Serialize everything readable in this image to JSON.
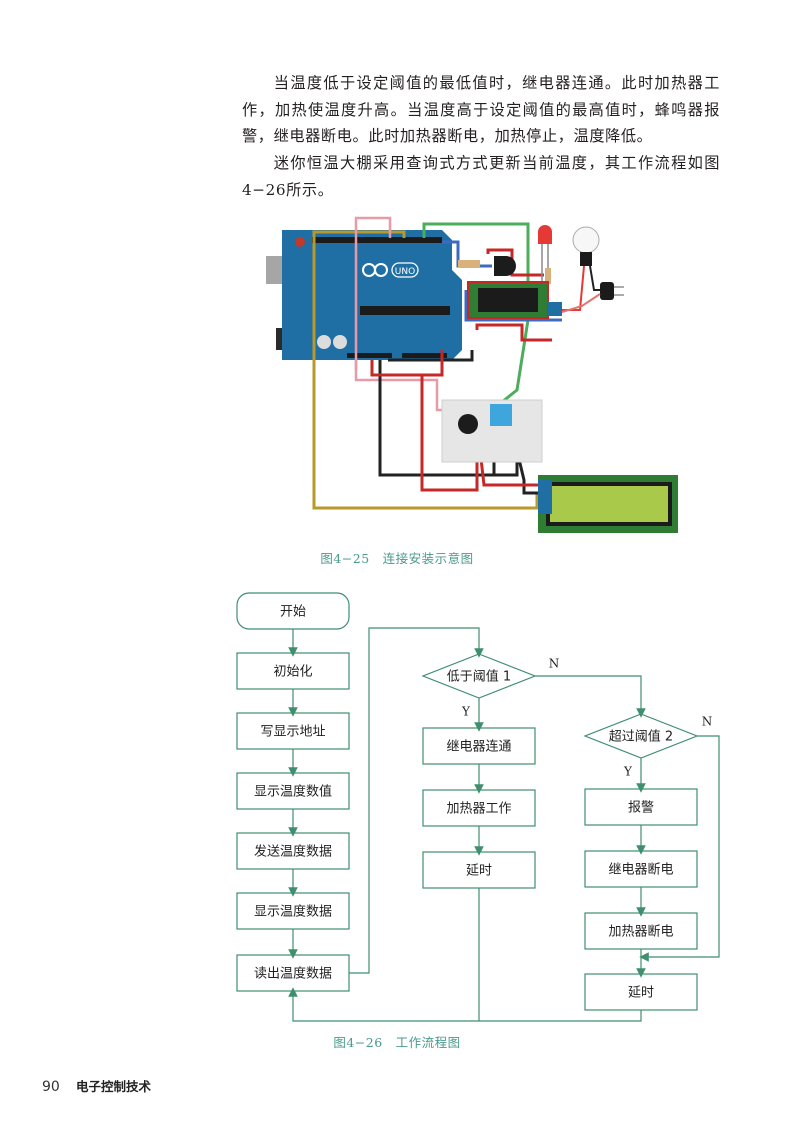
{
  "paragraphs": [
    "当温度低于设定阈值的最低值时，继电器连通。此时加热器工作，加热使温度升高。当温度高于设定阈值的最高值时，蜂鸣器报警，继电器断电。此时加热器断电，加热停止，温度降低。",
    "迷你恒温大棚采用查询式方式更新当前温度，其工作流程如图4−26所示。"
  ],
  "figure1": {
    "caption": "图4−25　连接安装示意图",
    "components": [
      "arduino-uno-board",
      "transistor",
      "resistor",
      "led-red",
      "relay-module",
      "light-bulb",
      "power-plug",
      "breadboard",
      "buzzer",
      "dht11-sensor",
      "lcd1602-display"
    ],
    "board_label": "UNO"
  },
  "figure2": {
    "caption": "图4−26　工作流程图",
    "left_column": [
      "开始",
      "初始化",
      "写显示地址",
      "显示温度数值",
      "发送温度数据",
      "显示温度数据",
      "读出温度数据"
    ],
    "decision1": "低于阈值 1",
    "decision2": "超过阈值 2",
    "yes_branch1": [
      "继电器连通",
      "加热器工作",
      "延时"
    ],
    "yes_branch2": [
      "报警",
      "继电器断电",
      "加热器断电",
      "延时"
    ],
    "yes_label": "Y",
    "no_label": "N",
    "colors": {
      "line": "#3f8f6f",
      "text": "#222222"
    }
  },
  "footer": {
    "page_number": "90",
    "book_title": "电子控制技术"
  }
}
